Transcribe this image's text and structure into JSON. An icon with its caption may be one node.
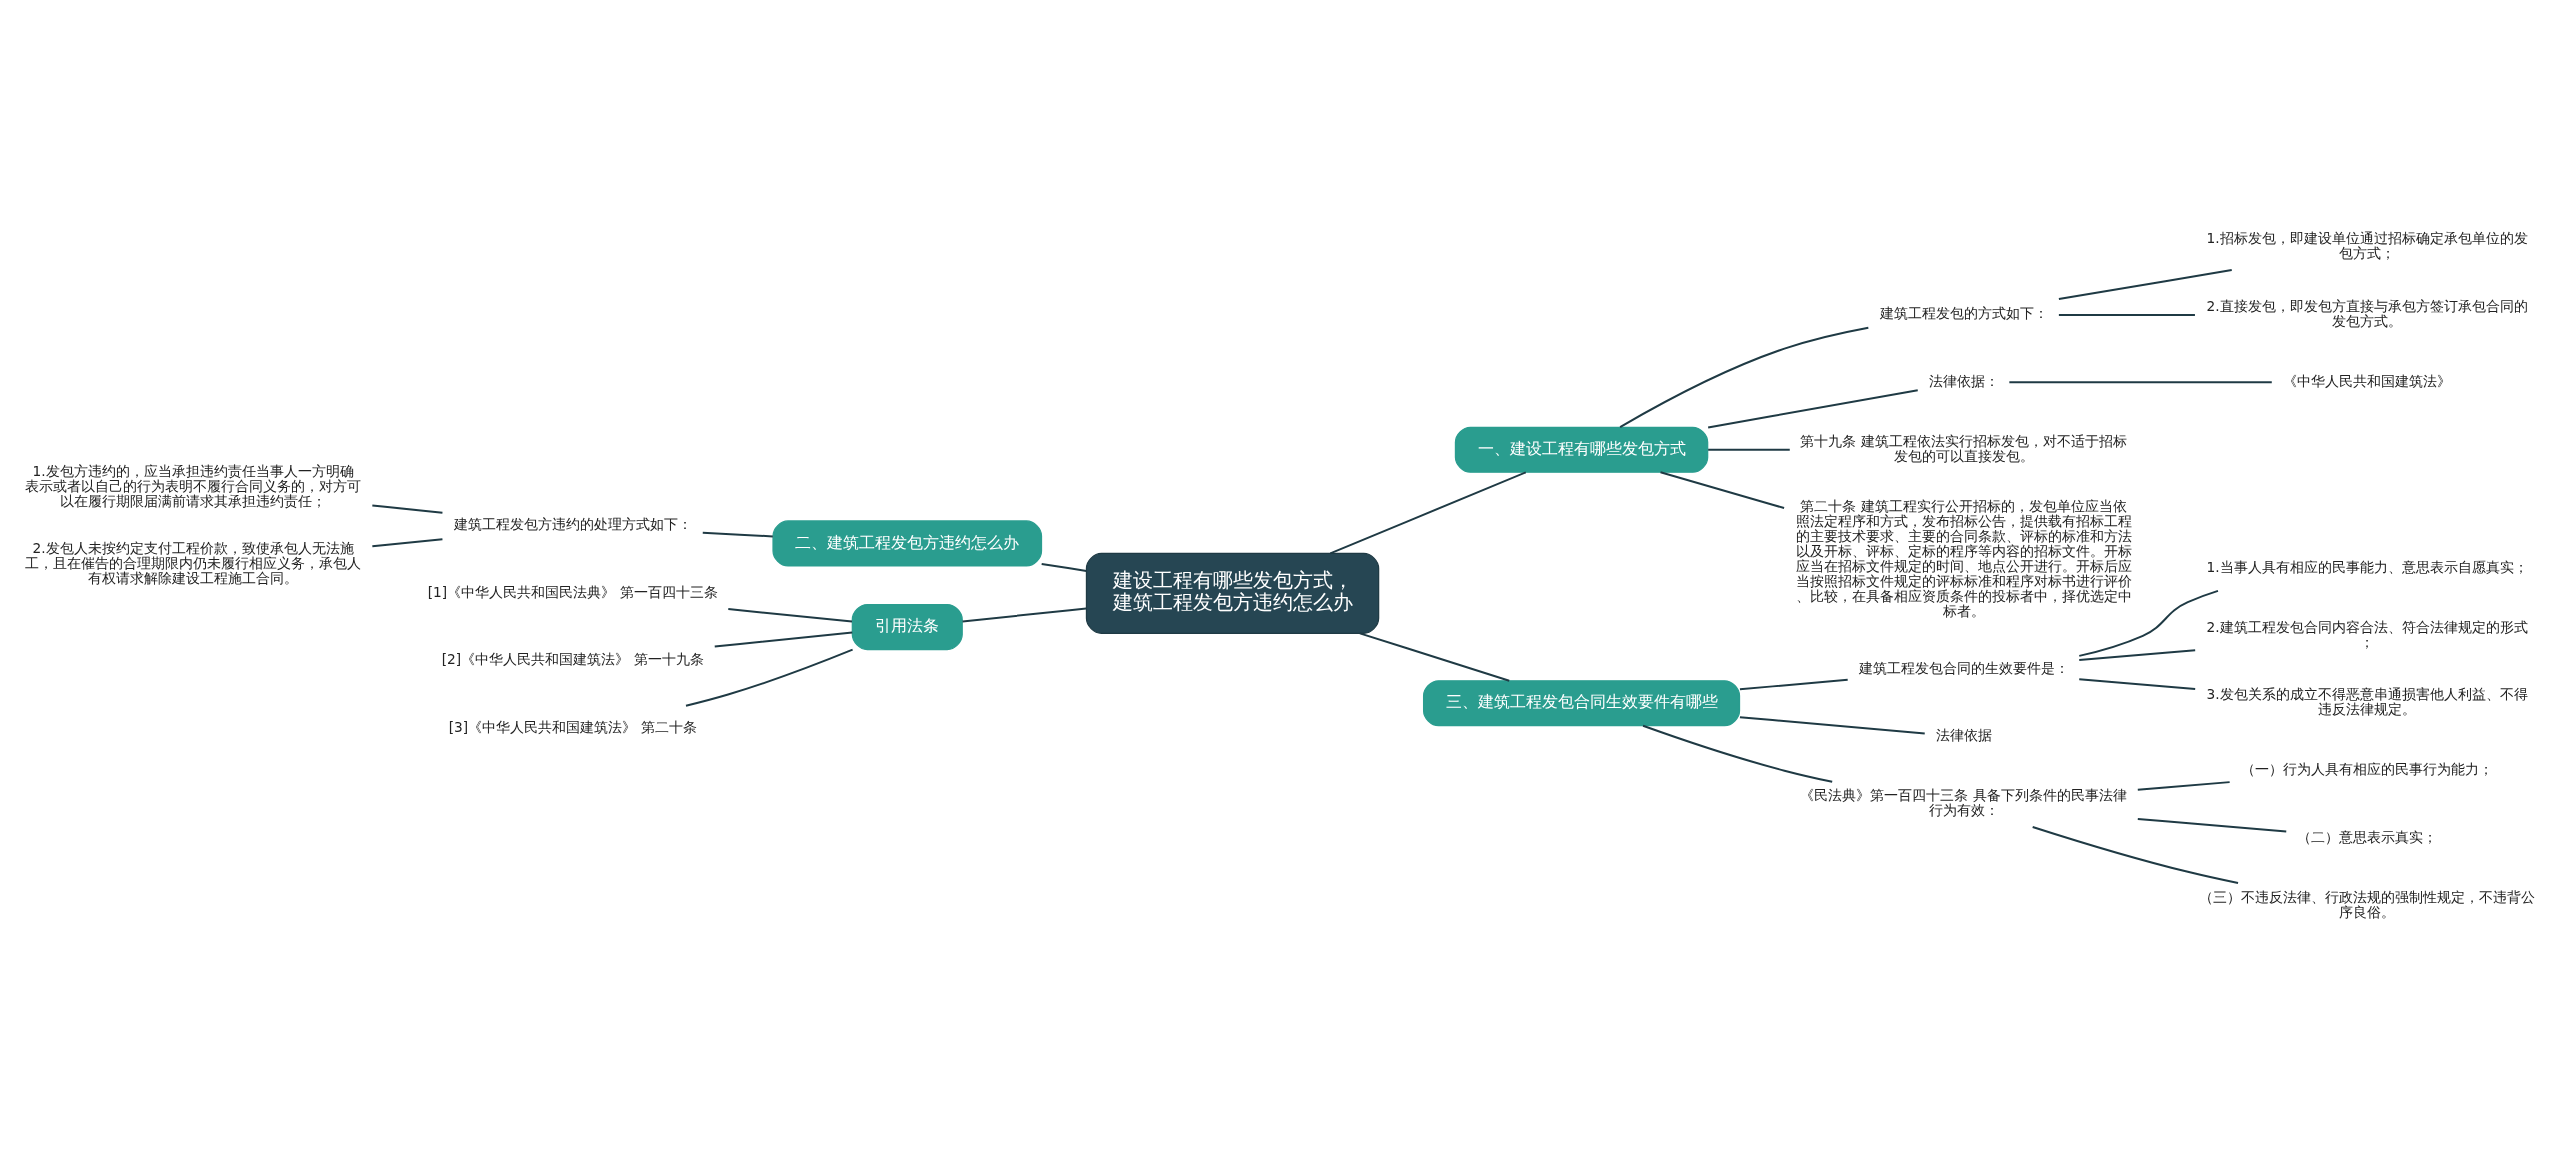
{
  "diagram": {
    "nodes": [
      {
        "text": [
          "建设工程有哪些发包方式，建筑工程发包方违约怎么办"
        ]
      },
      {
        "text": [
          "一、建设工程有哪些发包方式"
        ]
      },
      {
        "text": [
          "建筑工程发包的方式如下："
        ]
      },
      {
        "text": [
          "1.招标发包，即建设单位通过招标确定承包单位的发包方式；"
        ]
      },
      {
        "text": [
          "2.直接发包，即发包方直接与承包方签订承包合同的发包方式。"
        ]
      },
      {
        "text": [
          "法律依据："
        ]
      },
      {
        "text": [
          "《中华人民共和国建筑法》"
        ]
      },
      {
        "text": [
          "第十九条 建筑工程依法实行招标发包，对不适于招标发包的可以直接发包。"
        ]
      },
      {
        "text": [
          "第二十条 建筑工程实行公开招标的，发包单位应当依照法定程序和方式，发布招标公告，提供载有招标工程的主要技术要求、主要的合同条款、评标的标准和方法以及开标、评标、定标的程序等内容的招标文件。开标应当在招标文件规定的时间、地点公开进行。开标后应当按照招标文件规定的评标标准和程序对标书进行评价、比较，在具备相应资质条件的投标者中，择优选定中标者。"
        ]
      },
      {
        "text": [
          "二、建筑工程发包方违约怎么办"
        ]
      },
      {
        "text": [
          "建筑工程发包方违约的处理方式如下："
        ]
      },
      {
        "text": [
          "1.发包方违约的，应当承担违约责任当事人一方明确表示或者以自己的行为表明不履行合同义务的，对方可以在履行期限届满前请求其承担违约责任；"
        ]
      },
      {
        "text": [
          "2.发包人未按约定支付工程价款，致使承包人无法施工，且在催告的合理期限内仍未履行相应义务，承包人有权请求解除建设工程施工合同。"
        ]
      },
      {
        "text": [
          "引用法条"
        ]
      },
      {
        "text": [
          "[1]《中华人民共和国民法典》 第一百四十三条"
        ]
      },
      {
        "text": [
          "[2]《中华人民共和国建筑法》 第一十九条"
        ]
      },
      {
        "text": [
          "[3]《中华人民共和国建筑法》 第二十条"
        ]
      },
      {
        "text": [
          "三、建筑工程发包合同生效要件有哪些"
        ]
      },
      {
        "text": [
          "建筑工程发包合同的生效要件是："
        ]
      },
      {
        "text": [
          "1.当事人具有相应的民事能力、意思表示自愿真实；"
        ]
      },
      {
        "text": [
          "2.建筑工程发包合同内容合法、符合法律规定的形式；"
        ]
      },
      {
        "text": [
          "3.发包关系的成立不得恶意串通损害他人利益、不得违反法律规定。"
        ]
      },
      {
        "text": [
          "法律依据"
        ]
      },
      {
        "text": [
          "《民法典》第一百四十三条 具备下列条件的民事法律行为有效："
        ]
      },
      {
        "text": [
          "（一）行为人具有相应的民事行为能力；"
        ]
      },
      {
        "text": [
          "（二）意思表示真实；"
        ]
      },
      {
        "text": [
          "（三）不违反法律、行政法规的强制性规定，不违背公序良俗。"
        ]
      }
    ],
    "edges": [
      {
        "from": 0,
        "to": 1,
        "arrow": "none"
      },
      {
        "from": 1,
        "to": 2,
        "arrow": "none"
      },
      {
        "from": 2,
        "to": 3,
        "arrow": "none"
      },
      {
        "from": 2,
        "to": 4,
        "arrow": "none"
      },
      {
        "from": 1,
        "to": 5,
        "arrow": "none"
      },
      {
        "from": 5,
        "to": 6,
        "arrow": "none"
      },
      {
        "from": 1,
        "to": 7,
        "arrow": "none"
      },
      {
        "from": 1,
        "to": 8,
        "arrow": "none"
      },
      {
        "from": 0,
        "to": 9,
        "arrow": "none"
      },
      {
        "from": 9,
        "to": 10,
        "arrow": "none"
      },
      {
        "from": 10,
        "to": 11,
        "arrow": "none"
      },
      {
        "from": 10,
        "to": 12,
        "arrow": "none"
      },
      {
        "from": 0,
        "to": 13,
        "arrow": "none"
      },
      {
        "from": 13,
        "to": 14,
        "arrow": "none"
      },
      {
        "from": 13,
        "to": 15,
        "arrow": "none"
      },
      {
        "from": 13,
        "to": 16,
        "arrow": "none"
      },
      {
        "from": 0,
        "to": 17,
        "arrow": "none"
      },
      {
        "from": 17,
        "to": 18,
        "arrow": "none"
      },
      {
        "from": 18,
        "to": 19,
        "arrow": "none"
      },
      {
        "from": 18,
        "to": 20,
        "arrow": "none"
      },
      {
        "from": 18,
        "to": 21,
        "arrow": "none"
      },
      {
        "from": 17,
        "to": 22,
        "arrow": "none"
      },
      {
        "from": 17,
        "to": 23,
        "arrow": "none"
      },
      {
        "from": 23,
        "to": 24,
        "arrow": "none"
      },
      {
        "from": 23,
        "to": 25,
        "arrow": "none"
      },
      {
        "from": 23,
        "to": 26,
        "arrow": "none"
      }
    ]
  }
}
